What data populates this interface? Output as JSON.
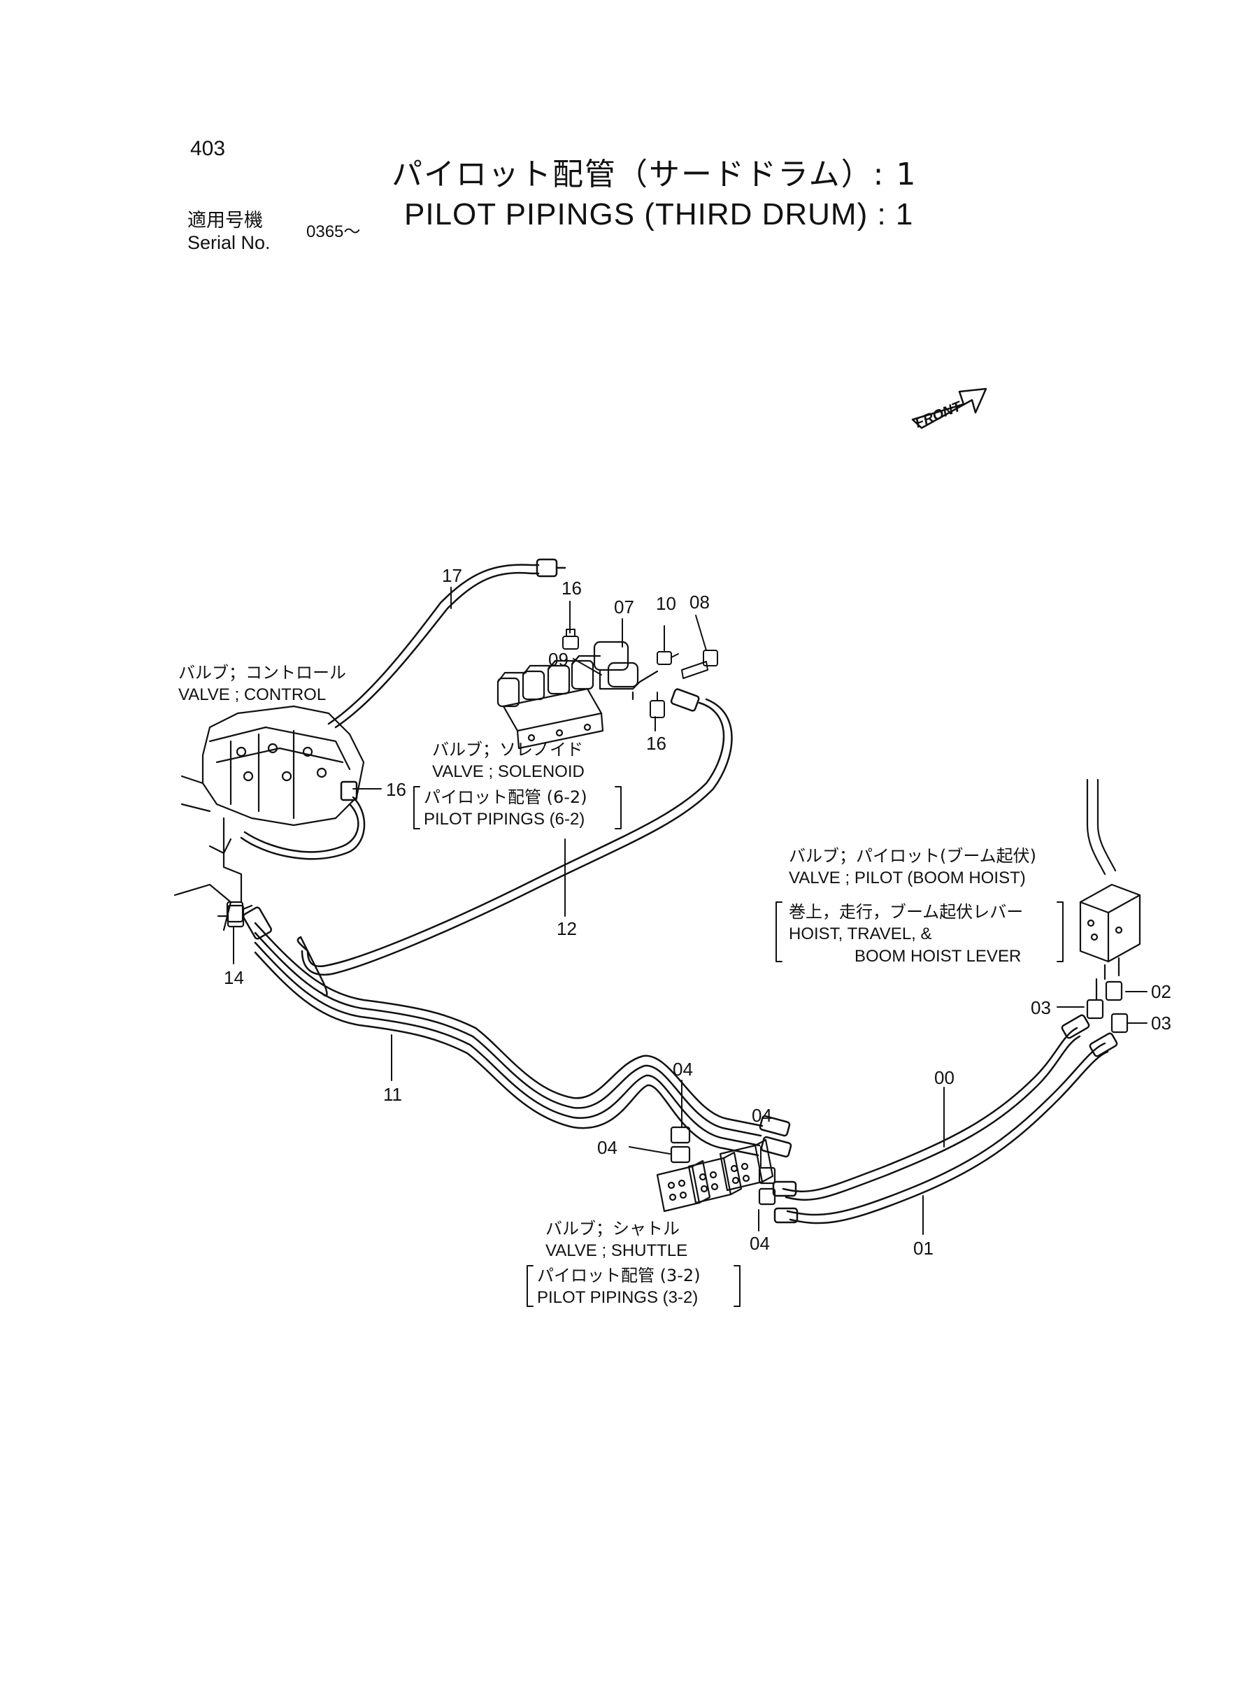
{
  "page_number": "403",
  "title": {
    "japanese": "パイロット配管（サードドラム）: 1",
    "english": "PILOT PIPINGS (THIRD DRUM) : 1"
  },
  "serial": {
    "label_jp": "適用号機",
    "label_en": "Serial No.",
    "value": "0365～"
  },
  "front_marker": "FRONT",
  "components": {
    "control_valve": {
      "jp": "バルブ；コントロール",
      "en": "VALVE ; CONTROL"
    },
    "solenoid_valve": {
      "jp": "バルブ；ソレノイド",
      "en": "VALVE ; SOLENOID",
      "ref_jp": "パイロット配管 (6-2)",
      "ref_en": "PILOT PIPINGS (6-2)"
    },
    "pilot_valve": {
      "jp": "バルブ；パイロット(ブーム起伏)",
      "en": "VALVE ; PILOT (BOOM HOIST)",
      "ref_jp": "巻上，走行，ブーム起伏レバー",
      "ref_en1": "HOIST, TRAVEL, &",
      "ref_en2": "BOOM HOIST LEVER"
    },
    "shuttle_valve": {
      "jp": "バルブ；シャトル",
      "en": "VALVE ; SHUTTLE",
      "ref_jp": "パイロット配管 (3-2)",
      "ref_en": "PILOT PIPINGS (3-2)"
    }
  },
  "callouts": {
    "n17": "17",
    "n16a": "16",
    "n07": "07",
    "n10": "10",
    "n08": "08",
    "n09": "09",
    "n16b": "16",
    "n16c": "16",
    "n12": "12",
    "n14": "14",
    "n11": "11",
    "n04a": "04",
    "n04b": "04",
    "n04c": "04",
    "n04d": "04",
    "n00": "00",
    "n01": "01",
    "n02": "02",
    "n03a": "03",
    "n03b": "03"
  }
}
